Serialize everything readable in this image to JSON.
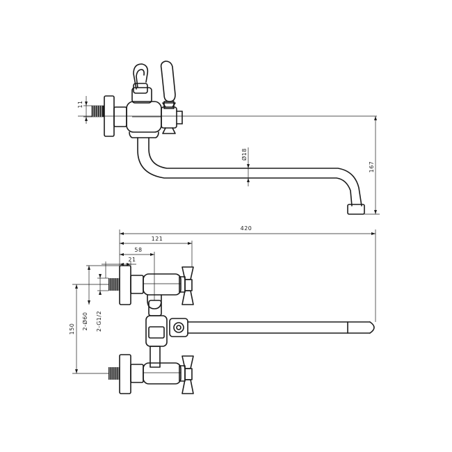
{
  "drawing": {
    "side_view": {
      "dim_thread": "11",
      "dim_spout_diameter": "Ø18",
      "dim_height": "167"
    },
    "top_view": {
      "dim_total_length": "420",
      "dim_121": "121",
      "dim_58": "58",
      "dim_21": "21",
      "dim_centres": "150",
      "dim_flange_diameter": "2-Ø60",
      "dim_thread_size": "2-G1/2"
    }
  }
}
